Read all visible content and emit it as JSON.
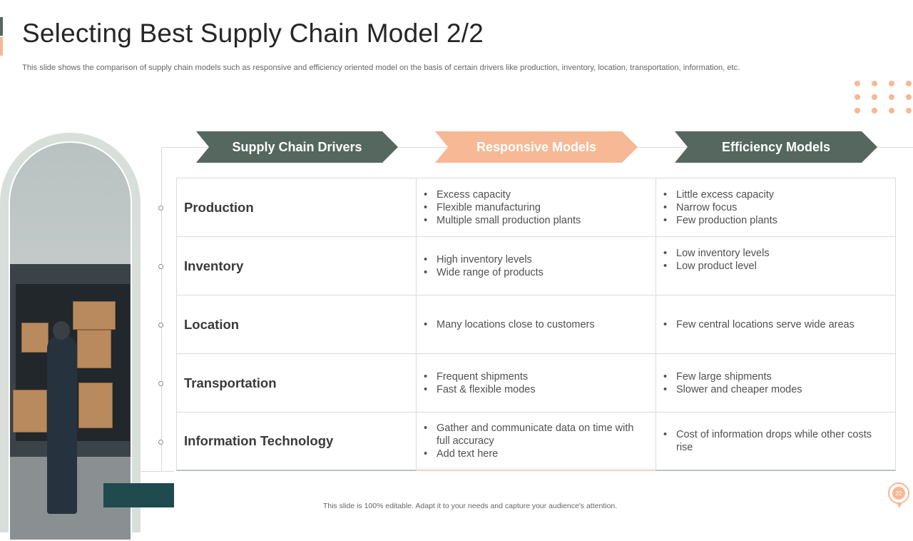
{
  "slide": {
    "title": "Selecting Best Supply Chain Model 2/2",
    "subtitle": "This slide shows the comparison of supply chain models such as responsive and efficiency oriented model on the basis of certain drivers like production, inventory,  location, transportation, information, etc.",
    "footer": "This slide is 100% editable.  Adapt it to your needs and capture your audience's attention.",
    "page_number": "22"
  },
  "colors": {
    "primary": "#55675f",
    "accent": "#f6b895",
    "dark_teal": "#1f4a4e"
  },
  "headers": [
    "Supply Chain Drivers",
    "Responsive Models",
    "Efficiency Models"
  ],
  "rows": [
    {
      "driver": "Production",
      "responsive": [
        "Excess capacity",
        "Flexible manufacturing",
        "Multiple  small production plants"
      ],
      "efficiency": [
        "Little excess capacity",
        "Narrow focus",
        "Few production plants"
      ]
    },
    {
      "driver": "Inventory",
      "responsive": [
        "High inventory levels",
        "Wide range of products"
      ],
      "efficiency": [
        "Low inventory levels",
        "Low product level"
      ]
    },
    {
      "driver": "Location",
      "responsive": [
        "Many  locations close to customers"
      ],
      "efficiency": [
        "Few central locations serve wide areas"
      ]
    },
    {
      "driver": "Transportation",
      "responsive": [
        "Frequent shipments",
        "Fast & flexible  modes"
      ],
      "efficiency": [
        "Few large shipments",
        "Slower and cheaper modes"
      ]
    },
    {
      "driver": "Information Technology",
      "responsive": [
        "Gather and communicate data on time with full accuracy",
        "Add text here"
      ],
      "efficiency": [
        "Cost of information drops while other costs rise"
      ]
    }
  ]
}
